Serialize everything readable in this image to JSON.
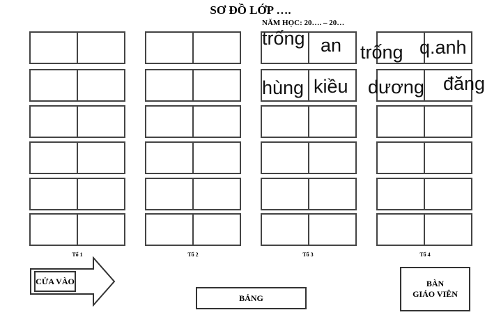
{
  "title": "SƠ ĐỒ LỚP ….",
  "subtitle": "NĂM HỌC: 20…. – 20…",
  "groups": [
    {
      "label": "Tổ 1"
    },
    {
      "label": "Tổ 2"
    },
    {
      "label": "Tổ 3"
    },
    {
      "label": "Tổ 4"
    }
  ],
  "handwritten": {
    "g3r1_left": "trống",
    "g3r1_right": "an",
    "g4r1_left": "trống",
    "g4r1_right": "q.anh",
    "g3r2_left": "hùng",
    "g3r2_right": "kiều",
    "g4r2_left": "dương",
    "g4r2_right": "đăng"
  },
  "door": {
    "label": "CỬA VÀO"
  },
  "board": {
    "label": "BẢNG"
  },
  "teacher_desk": {
    "line1": "BÀN",
    "line2": "GIÁO VIÊN"
  }
}
